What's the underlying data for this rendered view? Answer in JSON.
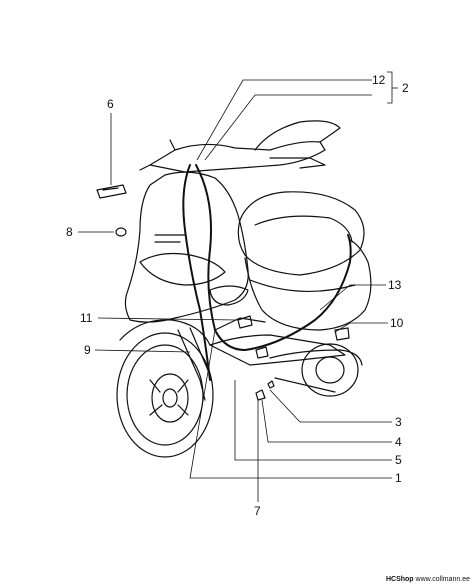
{
  "diagram": {
    "callouts": [
      {
        "id": "c12",
        "label": "12"
      },
      {
        "id": "c2",
        "label": "2"
      },
      {
        "id": "c6",
        "label": "6"
      },
      {
        "id": "c8",
        "label": "8"
      },
      {
        "id": "c13",
        "label": "13"
      },
      {
        "id": "c11",
        "label": "11"
      },
      {
        "id": "c10",
        "label": "10"
      },
      {
        "id": "c9",
        "label": "9"
      },
      {
        "id": "c3",
        "label": "3"
      },
      {
        "id": "c4",
        "label": "4"
      },
      {
        "id": "c5",
        "label": "5"
      },
      {
        "id": "c1",
        "label": "1"
      },
      {
        "id": "c7",
        "label": "7"
      }
    ]
  },
  "footer": {
    "brand": "HCShop",
    "url": "www.collmann.ee"
  },
  "colors": {
    "line": "#111111",
    "background": "#ffffff"
  }
}
